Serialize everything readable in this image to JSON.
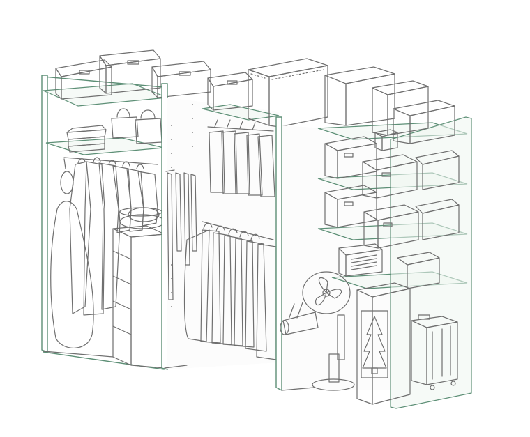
{
  "palette": {
    "frame": "#5d8f76",
    "box_beige": "#ece4d6",
    "box_pink": "#f7d3d3",
    "case_blue": "#cfd6e6",
    "shirt_blue": "#bcd6ee",
    "shirt_yellow": "#f4ee9a",
    "coat_peach": "#f6dcc0",
    "board_pink": "#f6cfcf",
    "bag_tan": "#d6c8a8",
    "belt_rose": "#d9b2ae",
    "suitcase": "#e7e2cd"
  },
  "scene": {
    "description_items": [
      "storage-boxes",
      "handbags",
      "folded-shirts",
      "ironing-board",
      "hanging-coats",
      "hats",
      "drawer-unit",
      "belts",
      "hanging-pants",
      "hanging-shirts",
      "suitcase-case",
      "pink-boxes",
      "basket-boxes",
      "heater",
      "electric-fan",
      "rolled-mat",
      "christmas-tree-box",
      "rolling-suitcase"
    ]
  }
}
